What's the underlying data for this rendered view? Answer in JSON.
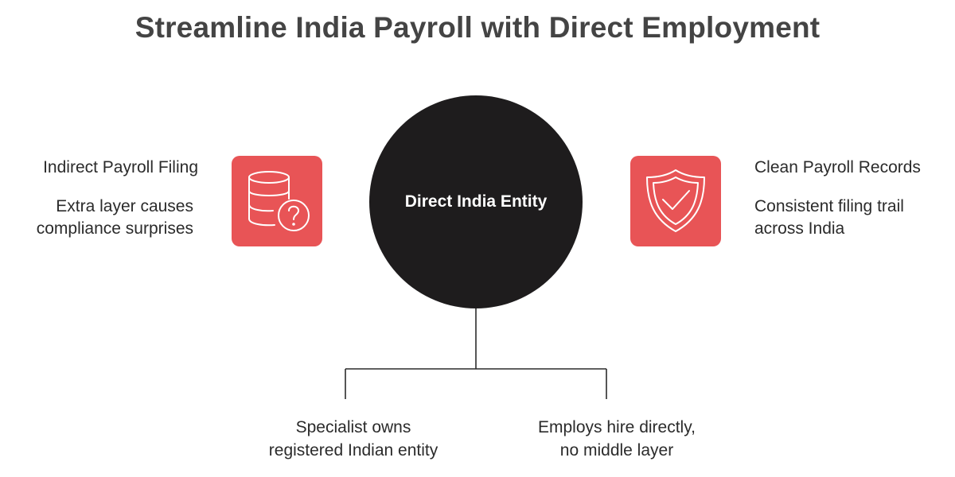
{
  "title": "Streamline India Payroll with Direct Employment",
  "center": {
    "label": "Direct India Entity"
  },
  "left": {
    "icon": "database-question-icon",
    "title": "Indirect Payroll Filing",
    "description_lines": [
      "Extra layer causes",
      "compliance surprises"
    ]
  },
  "right": {
    "icon": "shield-check-icon",
    "title": "Clean Payroll Records",
    "description_lines": [
      "Consistent filing trail",
      "across India"
    ]
  },
  "branches": [
    {
      "lines": [
        "Specialist owns",
        "registered Indian entity"
      ]
    },
    {
      "lines": [
        "Employs hire directly,",
        "no middle layer"
      ]
    }
  ],
  "colors": {
    "accent": "#e85456",
    "center_fill": "#1e1c1d",
    "title_text": "#444444",
    "body_text": "#2b2b2b"
  }
}
